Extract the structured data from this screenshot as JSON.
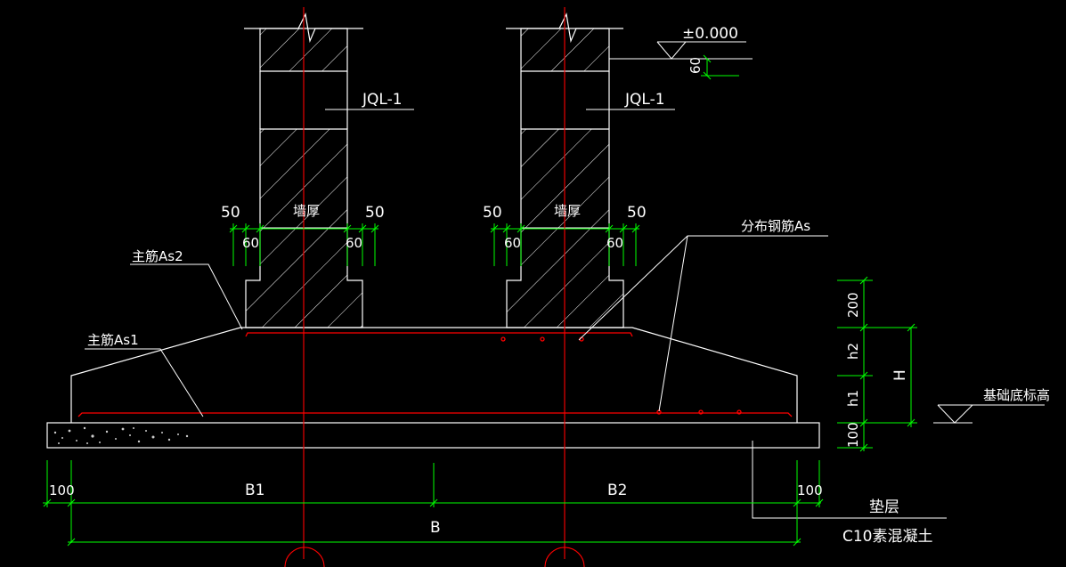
{
  "colors": {
    "background": "#000000",
    "lines": "#ffffff",
    "dimensions": "#00ff00",
    "centerline": "#ff0000",
    "rebar": "#ff0000",
    "text": "#ffffff"
  },
  "labels": {
    "elevation_zero": "±0.000",
    "elevation_offset": "60",
    "beam_left": "JQL-1",
    "beam_right": "JQL-1",
    "wall_thickness_left": "墙厚",
    "wall_thickness_right": "墙厚",
    "main_rebar_as2": "主筋As2",
    "main_rebar_as1": "主筋As1",
    "distribution_rebar": "分布钢筋As",
    "foundation_bottom_elevation": "基础底标高",
    "cushion_layer": "垫层",
    "cushion_concrete": "C10素混凝土"
  },
  "wall_dimensions": {
    "left_outer_50": "50",
    "left_inner_50": "50",
    "left_outer_60": "60",
    "left_inner_60": "60",
    "right_outer_50": "50",
    "right_inner_50": "50",
    "right_outer_60": "60",
    "right_inner_60": "60"
  },
  "vertical_dimensions": {
    "top": "200",
    "h2": "h2",
    "h1": "h1",
    "bottom": "100",
    "total": "H"
  },
  "horizontal_dimensions": {
    "left_offset": "100",
    "b1": "B1",
    "b2": "B2",
    "right_offset": "100",
    "total": "B"
  }
}
